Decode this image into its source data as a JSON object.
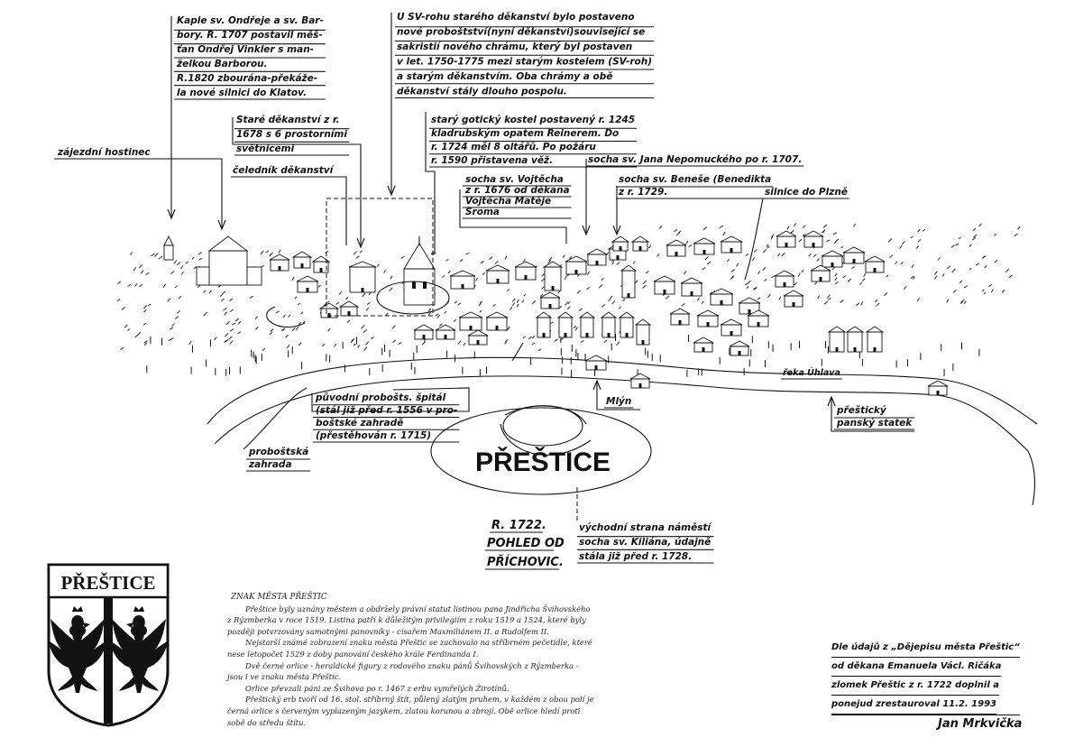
{
  "map": {
    "title": "PŘEŠTICE",
    "date": "R. 1722.",
    "view_line1": "POHLED OD",
    "view_line2": "PŘÍCHOVIC.",
    "labels": {
      "kaple": [
        "Kaple sv. Ondřeje a sv. Bar-",
        "bory. R. 1707 postavil měš-",
        "ťan Ondřej Vinkler s man-",
        "želkou Barborou.",
        "R.1820 zbourána-překáže-",
        "la nové silnici do Klatov."
      ],
      "probostvi": [
        "U SV-rohu starého děkanství bylo postaveno",
        "nové proboštství(nyní děkanství)související se",
        "sakristií nového chrámu, který byl postaven",
        "v let. 1750-1775 mezi starým kostelem (SV-roh)",
        "a starým děkanstvím. Oba chrámy a obě",
        "děkanství stály dlouho pospolu."
      ],
      "hostinec": "zájezdní hostinec",
      "stare_dekanstvi": [
        "Staré děkanství z r.",
        "1678 s 6 prostorními",
        "světnicemi"
      ],
      "celednik": "čeledník děkanství",
      "kostel": [
        "starý gotický kostel postavený r. 1245",
        "kladrubským opatem Reinerem. Do",
        "r. 1724 měl 8 oltářů. Po požáru",
        "r. 1590 přistavena věž."
      ],
      "vojtech": [
        "socha sv. Vojtěcha",
        "z r. 1676 od děkana",
        "Vojtěcha Matěje",
        "Sroma"
      ],
      "nepomucky": "socha sv. Jana Nepomuckého po r. 1707.",
      "benes": [
        "socha sv. Beneše (Benedikta",
        "z r. 1729."
      ],
      "silnice": "silnice do Plzně",
      "spital": [
        "původní probošts. špitál",
        "(stál již před r. 1556 v pro-",
        "boštské zahradě",
        "(přestěhován r. 1715)"
      ],
      "zahrada": [
        "proboštská",
        "zahrada"
      ],
      "mlyn": "Mlýn",
      "uhlava": "řeka Úhlava",
      "statek": [
        "přeštický",
        "panský statek"
      ],
      "namesti": [
        "východní strana náměstí",
        "socha sv. Kiliána, údajně",
        "stála již před r. 1728."
      ]
    }
  },
  "coat": {
    "name": "PŘEŠTICE",
    "colors": {
      "shield_bg": "#ffffff",
      "eagle": "#111111",
      "bar": "#111111"
    }
  },
  "coat_text": {
    "heading": "ZNAK MĚSTA PŘEŠTIC",
    "paragraphs": [
      "Přeštice byly uznány městem a obdržely právní statut listinou pana Jindřicha Švihovského z Rýzmberka v roce 1519. Listina patří k důležitým privilegiím z roku 1519 a 1524, které byly později potvrzovány samotnými panovníky - císařem Maxmiliánem II. a Rudolfem II.",
      "Nejstarší známé zobrazení znaku města Přeštic se zachovalo na stříbrném pečetidle, které nese letopočet 1529 z doby panování českého krále Ferdinanda I.",
      "Dvě černé orlice - heraldické figury z rodového znaku pánů Švihovských z Rýzmberka - jsou i ve znaku města Přeštic.",
      "Orlice převzali páni ze Švihova po r. 1467 z erbu vymřelých Žirotínů.",
      "Přeštický erb tvoří od 16. stol. stříbrný štít, půlený zlatým pruhem, v každém z obou polí je černá orlice s červeným vyplazeným jazykem, zlatou korunou a zbrojí. Obě orlice hledí proti sobě do středu štítu."
    ]
  },
  "credit": {
    "lines": [
      "Dle údajů z „Dějepisu města Přeštic“",
      "od děkana Emanuela Václ. Ričáka",
      "zlomek Přeštic z r. 1722 doplnil a",
      "ponejud zrestauroval 11.2. 1993"
    ],
    "signature": "Jan Mrkvička"
  }
}
